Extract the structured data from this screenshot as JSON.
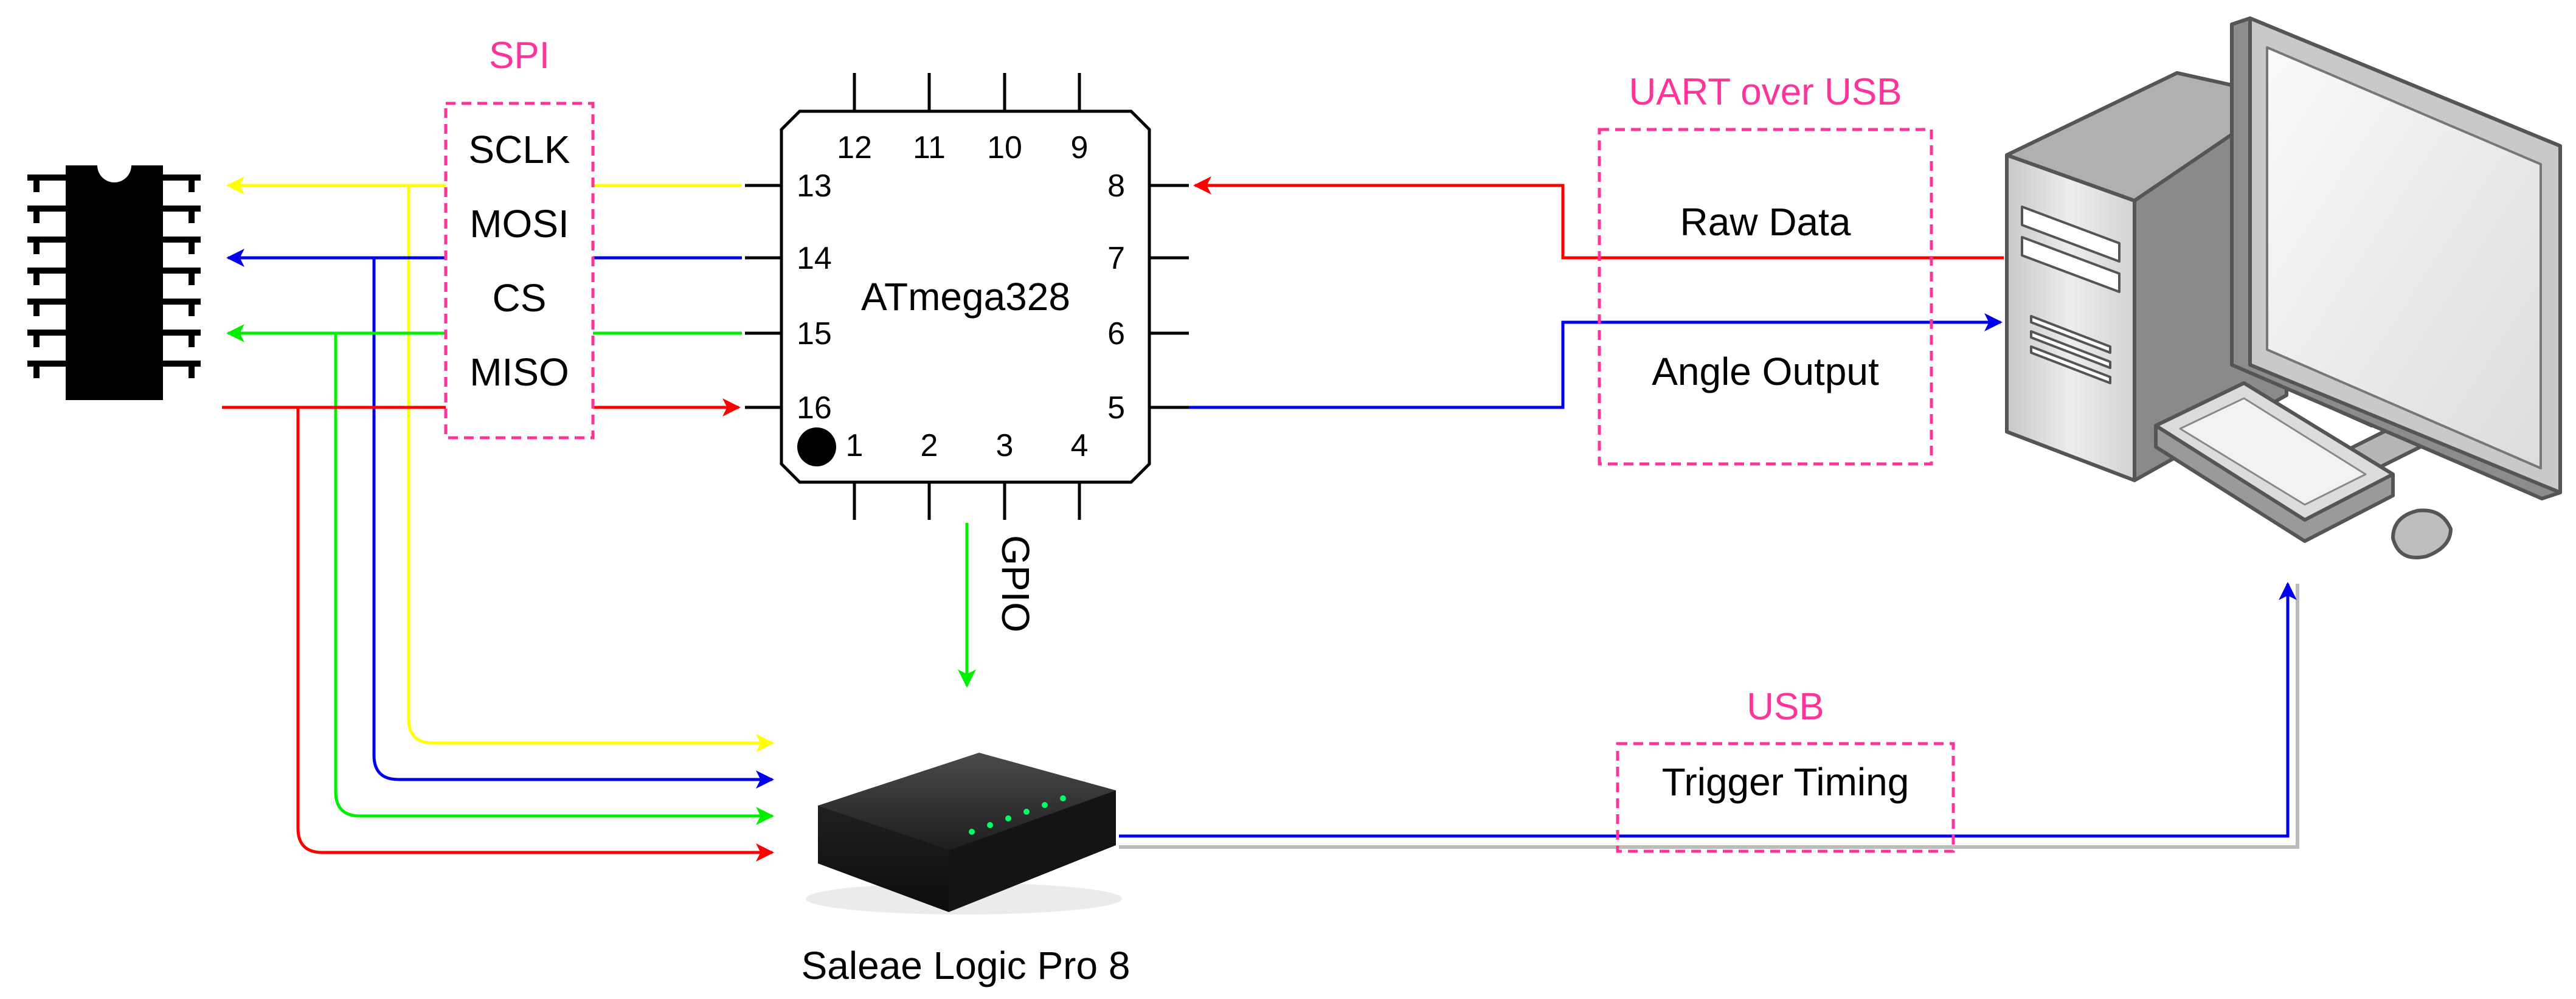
{
  "spi": {
    "title": "SPI",
    "signals": [
      "SCLK",
      "MOSI",
      "CS",
      "MISO"
    ]
  },
  "mcu": {
    "name": "ATmega328",
    "pins_top": [
      "12",
      "11",
      "10",
      "9"
    ],
    "pins_left": [
      "13",
      "14",
      "15",
      "16"
    ],
    "pins_right": [
      "8",
      "7",
      "6",
      "5"
    ],
    "pins_bottom": [
      "1",
      "2",
      "3",
      "4"
    ]
  },
  "gpio": {
    "label": "GPIO"
  },
  "uart": {
    "title": "UART over USB",
    "raw_data": "Raw Data",
    "angle_output": "Angle Output"
  },
  "usb": {
    "title": "USB",
    "trigger_timing": "Trigger Timing"
  },
  "analyzer": {
    "label": "Saleae Logic Pro 8"
  },
  "colors": {
    "accent": "#ff3399",
    "sclk": "#ffff00",
    "mosi": "#0000ee",
    "cs": "#00ee00",
    "miso": "#ff0000"
  },
  "icons": {
    "sensor": "ic-chip-icon",
    "computer": "desktop-computer-icon",
    "analyzer": "logic-analyzer-icon"
  }
}
